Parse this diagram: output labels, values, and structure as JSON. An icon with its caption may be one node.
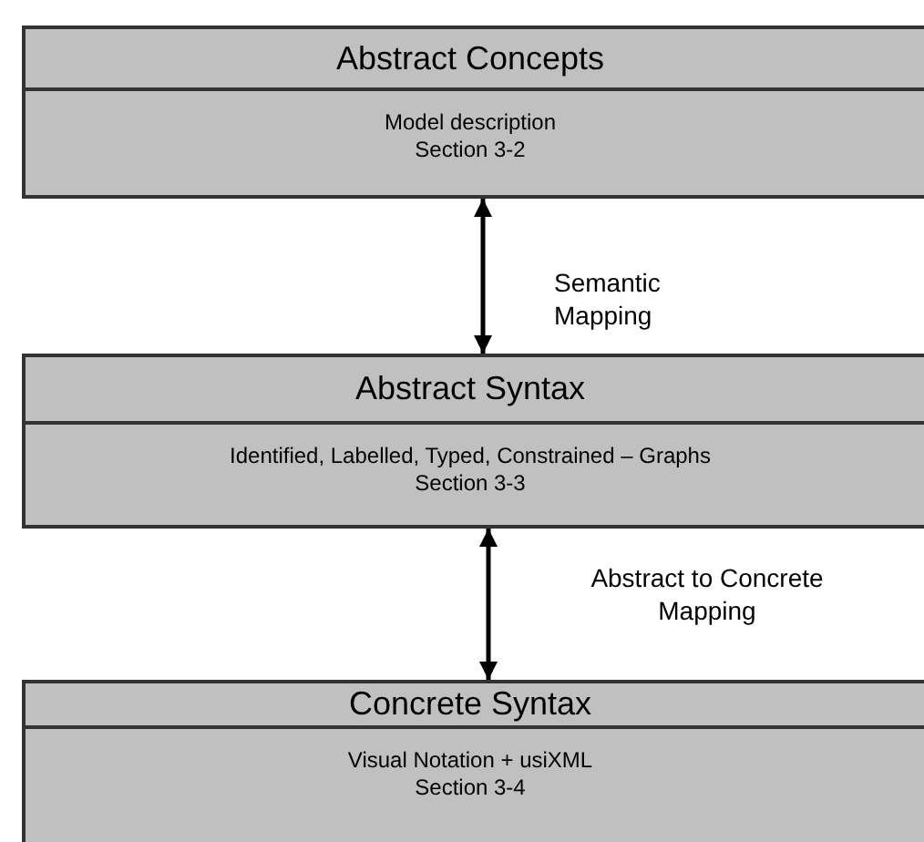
{
  "diagram": {
    "nodes": [
      {
        "text": [
          "Abstract Concepts",
          "Model description",
          "Section 3-2"
        ]
      },
      {
        "text": [
          "Abstract Syntax",
          "Identified, Labelled, Typed, Constrained – Graphs",
          "Section 3-3"
        ]
      },
      {
        "text": [
          "Concrete Syntax",
          "Visual Notation + usiXML",
          "Section 3-4"
        ]
      }
    ],
    "edges": [
      {
        "from": 0,
        "to": 1,
        "arrow": "both",
        "label": "Semantic Mapping"
      },
      {
        "from": 1,
        "to": 2,
        "arrow": "both",
        "label": "Abstract to Concrete Mapping"
      }
    ]
  }
}
